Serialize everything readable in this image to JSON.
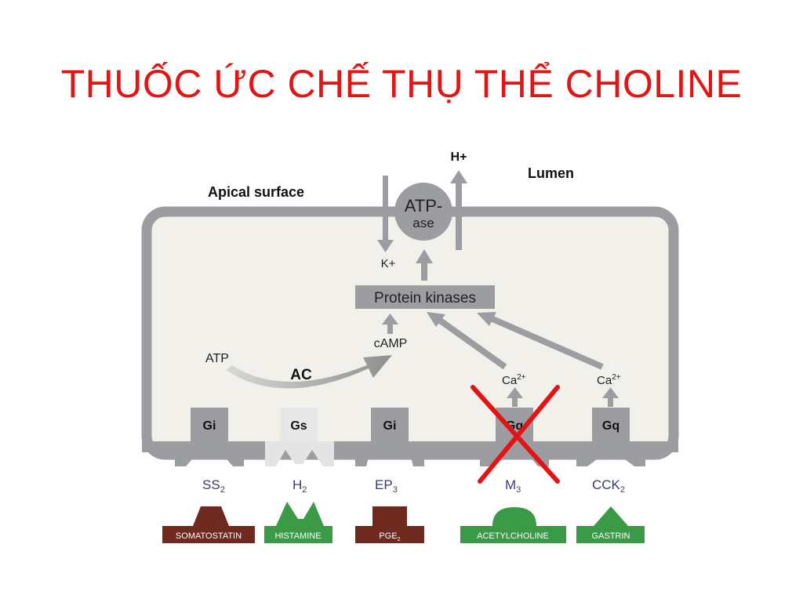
{
  "title": "THUỐC ỨC CHẾ THỤ THỂ CHOLINE",
  "diagram": {
    "apical_surface": "Apical surface",
    "lumen": "Lumen",
    "h_plus": "H+",
    "k_plus": "K+",
    "atpase_line1": "ATP-",
    "atpase_line2": "ase",
    "protein_kinases": "Protein kinases",
    "camp": "cAMP",
    "atp": "ATP",
    "ac": "AC",
    "ca1": "Ca2+",
    "ca2": "Ca2+",
    "gproteins": [
      "Gi",
      "Gs",
      "Gi",
      "Gq",
      "Gq"
    ],
    "receptors": [
      "SS2",
      "H2",
      "EP3",
      "M3",
      "CCK2"
    ],
    "ligands": [
      "SOMATOSTATIN",
      "HISTAMINE",
      "PGE2",
      "ACETYLCHOLINE",
      "GASTRIN"
    ],
    "colors": {
      "title": "#e41414",
      "membrane": "#9c9da1",
      "cytoplasm": "#f2f0ea",
      "inhibitory_ligand": "#6e2a1f",
      "stimulatory_ligand": "#3a9a45",
      "block_mark": "#e41414"
    },
    "blocked_receptor": "M3"
  }
}
